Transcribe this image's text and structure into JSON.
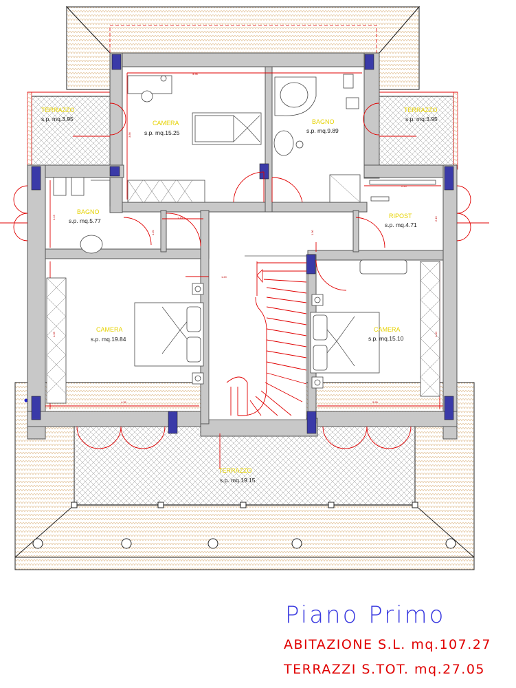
{
  "legend": {
    "title": "Piano Primo",
    "abitazione": "ABITAZIONE S.L. mq.107.27",
    "terrazzi": "TERRAZZI S.TOT. mq.27.05"
  },
  "rooms": {
    "camera_top": {
      "name": "CAMERA",
      "area": "s.p. mq.15.25"
    },
    "bagno_top": {
      "name": "BAGNO",
      "area": "s.p. mq.9.89"
    },
    "terrazzo_left": {
      "name": "TERRAZZO",
      "area": "s.p. mq.3.95"
    },
    "terrazzo_right": {
      "name": "TERRAZZO",
      "area": "s.p. mq.3.95"
    },
    "bagno_left": {
      "name": "BAGNO",
      "area": "s.p. mq.5.77"
    },
    "ripost": {
      "name": "RIPOST",
      "area": "s.p. mq.4.71"
    },
    "camera_left": {
      "name": "CAMERA",
      "area": "s.p. mq.19.84"
    },
    "camera_right": {
      "name": "CAMERA",
      "area": "s.p. mq.15.10"
    },
    "terrazzo_bottom": {
      "name": "TERRAZZO",
      "area": "s.p. mq.19.15"
    }
  },
  "dimensions": {
    "camera_top_width": "3.95",
    "camera_top_depth": "3.86",
    "corridor_width": "1.10",
    "landing_width": "1.20",
    "corridor_depth": "1.90",
    "ripost_width": "2.40",
    "ripost_depth": "2.15",
    "bagno_left_depth": "2.15",
    "stair_width": "1.20",
    "camera_left_depth": "4.35",
    "camera_left_width": "4.35",
    "camera_right_width": "3.95",
    "camera_right_depth": "4.40"
  },
  "colors": {
    "room_label": "#e6d200",
    "area_label": "#1a1a1a",
    "dimension": "#c00000",
    "title": "#3a3ae0",
    "summary": "#e00000",
    "roof_tile": "#e3c39a",
    "wall": "#c8c8c8",
    "column": "#3a3aa8"
  }
}
